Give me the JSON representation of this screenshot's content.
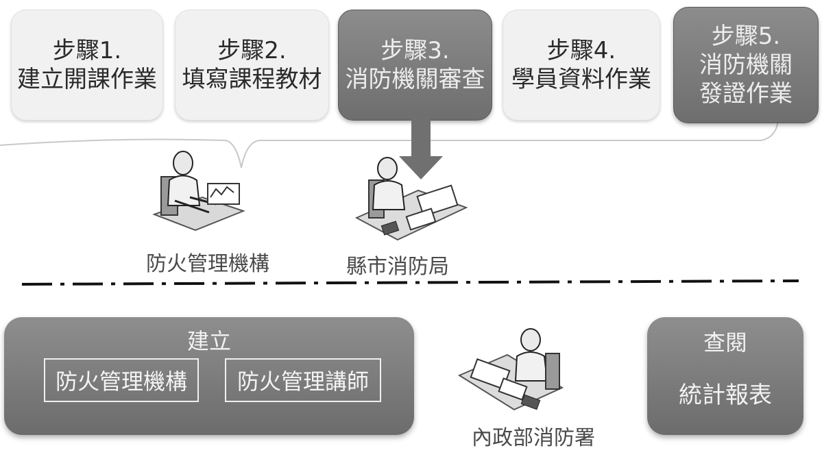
{
  "steps": [
    {
      "line1": "步驟1.",
      "line2": "建立開課作業"
    },
    {
      "line1": "步驟2.",
      "line2": "填寫課程教材"
    },
    {
      "line1": "步驟3.",
      "line2": "消防機關審查"
    },
    {
      "line1": "步驟4.",
      "line2": "學員資料作業"
    },
    {
      "line1": "步驟5.",
      "line2": "消防機關",
      "line3": "發證作業"
    }
  ],
  "actors": {
    "fire_mgmt_org": "防火管理機構",
    "county_fire_bureau": "縣市消防局",
    "nfa": "內政部消防署"
  },
  "establish": {
    "title": "建立",
    "item1": "防火管理機構",
    "item2": "防火管理講師"
  },
  "review": {
    "title": "查閱",
    "item": "統計報表"
  }
}
